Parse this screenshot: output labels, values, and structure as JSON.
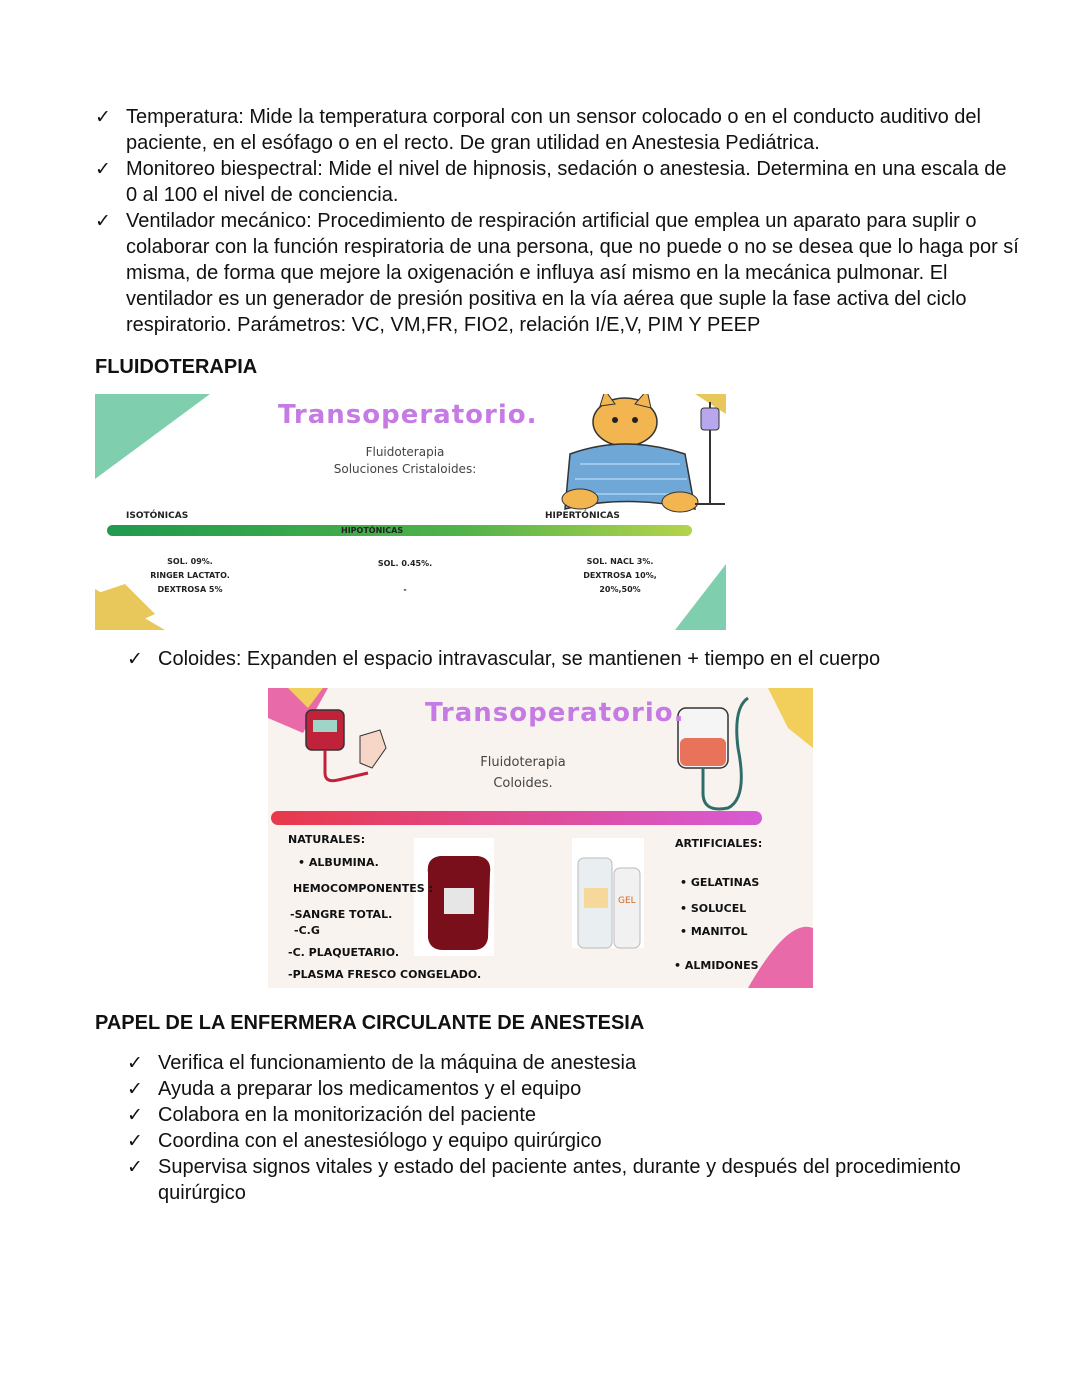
{
  "top_list": [
    {
      "text": "Temperatura: Mide la temperatura corporal con un sensor colocado o en el conducto auditivo del paciente, en el esófago o en el recto. De gran utilidad en Anestesia Pediátrica."
    },
    {
      "text": "Monitoreo biespectral: Mide el nivel de hipnosis, sedación o anestesia. Determina en una escala de 0 al 100 el nivel de conciencia."
    },
    {
      "text": "Ventilador mecánico: Procedimiento de respiración artificial que emplea un aparato para suplir o colaborar con la función respiratoria de una persona, que no puede o no se desea que lo haga por sí misma, de forma que mejore la oxigenación e influya así mismo en la mecánica pulmonar. El ventilador es un generador de presión positiva en la vía aérea que suple la fase activa del ciclo respiratorio. Parámetros: VC, VM,FR, FIO2, relación I/E,V, PIM Y PEEP"
    }
  ],
  "check_symbol": "✓",
  "heading_fluidoterapia": "FLUIDOTERAPIA",
  "slide1": {
    "title": "Transoperatorio.",
    "subtitle1": "Fluidoterapia",
    "subtitle2": "Soluciones Cristaloides:",
    "label_isotonicas": "ISOTÓNICAS",
    "label_hipotonicas": "HIPOTÓNICAS",
    "label_hipertonicas": "HIPERTÓNICAS",
    "iso_items": [
      "SOL. 09%.",
      "RINGER LACTATO.",
      "DEXTROSA 5%"
    ],
    "hipo_items": [
      "SOL. 0.45%.",
      "-"
    ],
    "hiper_items": [
      "SOL. NACL 3%.",
      "DEXTROSA 10%,",
      "20%,50%"
    ],
    "colors": {
      "green": "#2e9e4a",
      "mint": "#7fcfae",
      "yellow": "#e8c85a",
      "title": "#c57be3"
    }
  },
  "coloides_item": "Coloides: Expanden el espacio intravascular, se mantienen + tiempo en el cuerpo",
  "slide2": {
    "title": "Transoperatorio.",
    "subtitle1": "Fluidoterapia",
    "subtitle2": "Coloides.",
    "naturales_label": "NATURALES:",
    "albumina": "• ALBUMINA.",
    "hemocomponentes": "HEMOCOMPONENTES :",
    "sangre": "-SANGRE TOTAL.",
    "cg": "-C.G",
    "plaquetario": "-C. PLAQUETARIO.",
    "plasma": "-PLASMA FRESCO CONGELADO.",
    "artificiales_label": "ARTIFICIALES:",
    "gelatinas": "• GELATINAS",
    "solucel": "• SOLUCEL",
    "manitol": "• MANITOL",
    "almidones": "• ALMIDONES",
    "bottle_label": "GEL",
    "colors": {
      "pink": "#e86aa8",
      "yellow": "#f2cf5b",
      "red": "#e8394a",
      "magenta": "#d75bd6",
      "bg": "#f8f3ef"
    }
  },
  "heading_papel": "PAPEL DE LA ENFERMERA CIRCULANTE DE ANESTESIA",
  "bottom_list": [
    {
      "text": "Verifica el funcionamiento de la máquina de anestesia"
    },
    {
      "text": "Ayuda a preparar los medicamentos y el equipo"
    },
    {
      "text": "Colabora en la monitorización del paciente"
    },
    {
      "text": "Coordina con el anestesiólogo y equipo quirúrgico"
    },
    {
      "text": "Supervisa signos vitales y estado del paciente antes, durante y después del procedimiento quirúrgico"
    }
  ]
}
